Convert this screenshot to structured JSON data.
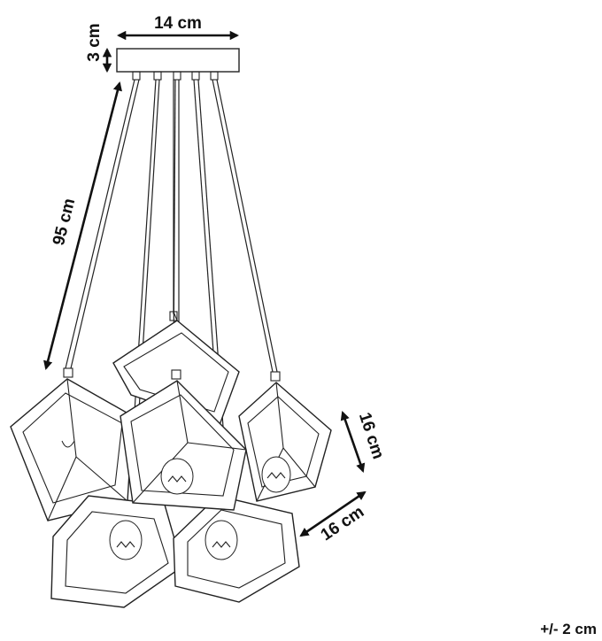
{
  "dimensions": {
    "canopy_width": "14 cm",
    "canopy_height": "3 cm",
    "cable_length": "95 cm",
    "cube_height": "16 cm",
    "cube_width": "16 cm"
  },
  "tolerance": "+/- 2 cm"
}
